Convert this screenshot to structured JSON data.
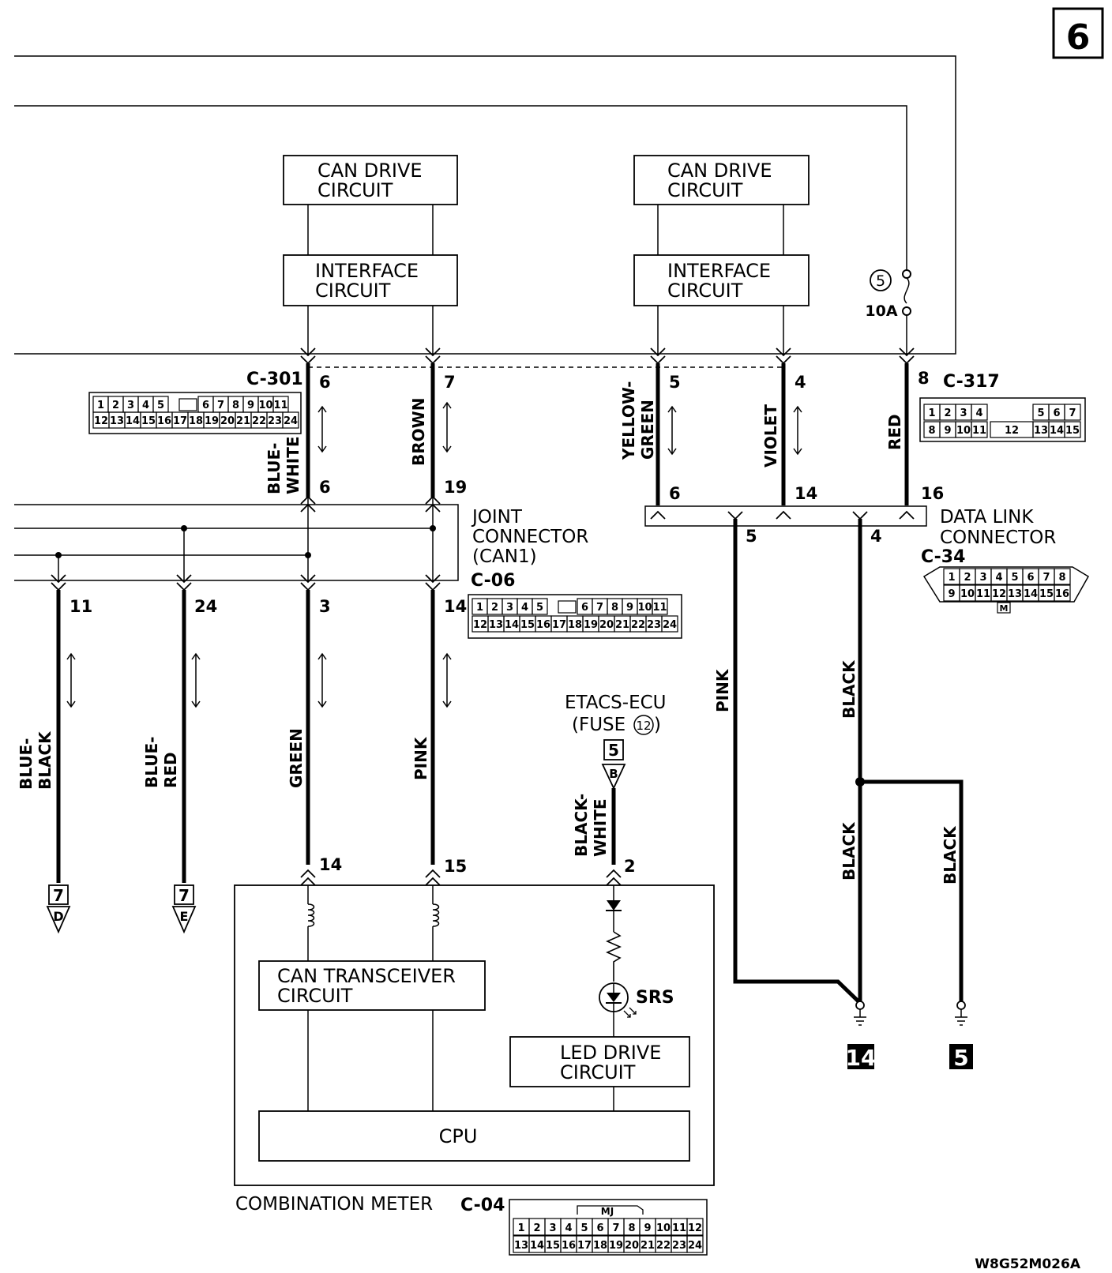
{
  "page_number": "6",
  "figure_code": "W8G52M026A",
  "boxes": {
    "can_drive_1": [
      "CAN DRIVE",
      "CIRCUIT"
    ],
    "can_drive_2": [
      "CAN DRIVE",
      "CIRCUIT"
    ],
    "interface_1": [
      "INTERFACE",
      "CIRCUIT"
    ],
    "interface_2": [
      "INTERFACE",
      "CIRCUIT"
    ],
    "can_transceiver": [
      "CAN TRANSCEIVER",
      "CIRCUIT"
    ],
    "led_drive": [
      "LED DRIVE",
      "CIRCUIT"
    ],
    "cpu": "CPU"
  },
  "fuse": {
    "number": "5",
    "rating": "10A"
  },
  "connectors": {
    "c301": {
      "id": "C-301",
      "row1": [
        "1",
        "2",
        "3",
        "4",
        "5",
        "6",
        "7",
        "8",
        "9",
        "10",
        "11"
      ],
      "row2": [
        "12",
        "13",
        "14",
        "15",
        "16",
        "17",
        "18",
        "19",
        "20",
        "21",
        "22",
        "23",
        "24"
      ]
    },
    "c317": {
      "id": "C-317",
      "row1": [
        "1",
        "2",
        "3",
        "4",
        "5",
        "6",
        "7"
      ],
      "row2": [
        "8",
        "9",
        "10",
        "11",
        "12",
        "13",
        "14",
        "15"
      ]
    },
    "c06": {
      "id": "C-06",
      "row1": [
        "1",
        "2",
        "3",
        "4",
        "5",
        "6",
        "7",
        "8",
        "9",
        "10",
        "11"
      ],
      "row2": [
        "12",
        "13",
        "14",
        "15",
        "16",
        "17",
        "18",
        "19",
        "20",
        "21",
        "22",
        "23",
        "24"
      ]
    },
    "c34": {
      "id": "C-34",
      "row1": [
        "1",
        "2",
        "3",
        "4",
        "5",
        "6",
        "7",
        "8"
      ],
      "row2": [
        "9",
        "10",
        "11",
        "12",
        "13",
        "14",
        "15",
        "16"
      ],
      "key": "M"
    },
    "c04": {
      "id": "C-04",
      "key": "MJ",
      "row1": [
        "1",
        "2",
        "3",
        "4",
        "5",
        "6",
        "7",
        "8",
        "9",
        "10",
        "11",
        "12"
      ],
      "row2": [
        "13",
        "14",
        "15",
        "16",
        "17",
        "18",
        "19",
        "20",
        "21",
        "22",
        "23",
        "24"
      ]
    }
  },
  "labels": {
    "joint_connector": [
      "JOINT",
      "CONNECTOR",
      "(CAN1)"
    ],
    "data_link_connector": [
      "DATA LINK",
      "CONNECTOR"
    ],
    "etacs": [
      "ETACS-ECU",
      "(FUSE",
      "12",
      ")"
    ],
    "srs": "SRS",
    "combination_meter": "COMBINATION METER"
  },
  "pins": {
    "c301_a": "6",
    "c301_b": "7",
    "c317_a": "5",
    "c317_b": "4",
    "c317_c": "8",
    "jc_a": "6",
    "jc_b": "19",
    "dl_a": "6",
    "dl_b": "14",
    "dl_c": "16",
    "dl_d": "5",
    "dl_e": "4",
    "c06_a": "11",
    "c06_b": "24",
    "c06_c": "3",
    "c06_d": "14",
    "meter_a": "14",
    "meter_b": "15",
    "meter_c": "2",
    "etacs_ref": "5"
  },
  "wires": {
    "blue_white": [
      "BLUE-",
      "WHITE"
    ],
    "brown": "BROWN",
    "yellow_green": [
      "YELLOW-",
      "GREEN"
    ],
    "violet": "VIOLET",
    "red": "RED",
    "blue_black": [
      "BLUE-",
      "BLACK"
    ],
    "blue_red": [
      "BLUE-",
      "RED"
    ],
    "green": "GREEN",
    "pink_a": "PINK",
    "black_white": [
      "BLACK-",
      "WHITE"
    ],
    "pink_b": "PINK",
    "black_a": "BLACK",
    "black_b": "BLACK",
    "black_c": "BLACK"
  },
  "offpage": {
    "d": {
      "page": "7",
      "letter": "D"
    },
    "e": {
      "page": "7",
      "letter": "E"
    },
    "b": {
      "letter": "B"
    }
  },
  "grounds": {
    "g14": "14",
    "g5": "5"
  }
}
